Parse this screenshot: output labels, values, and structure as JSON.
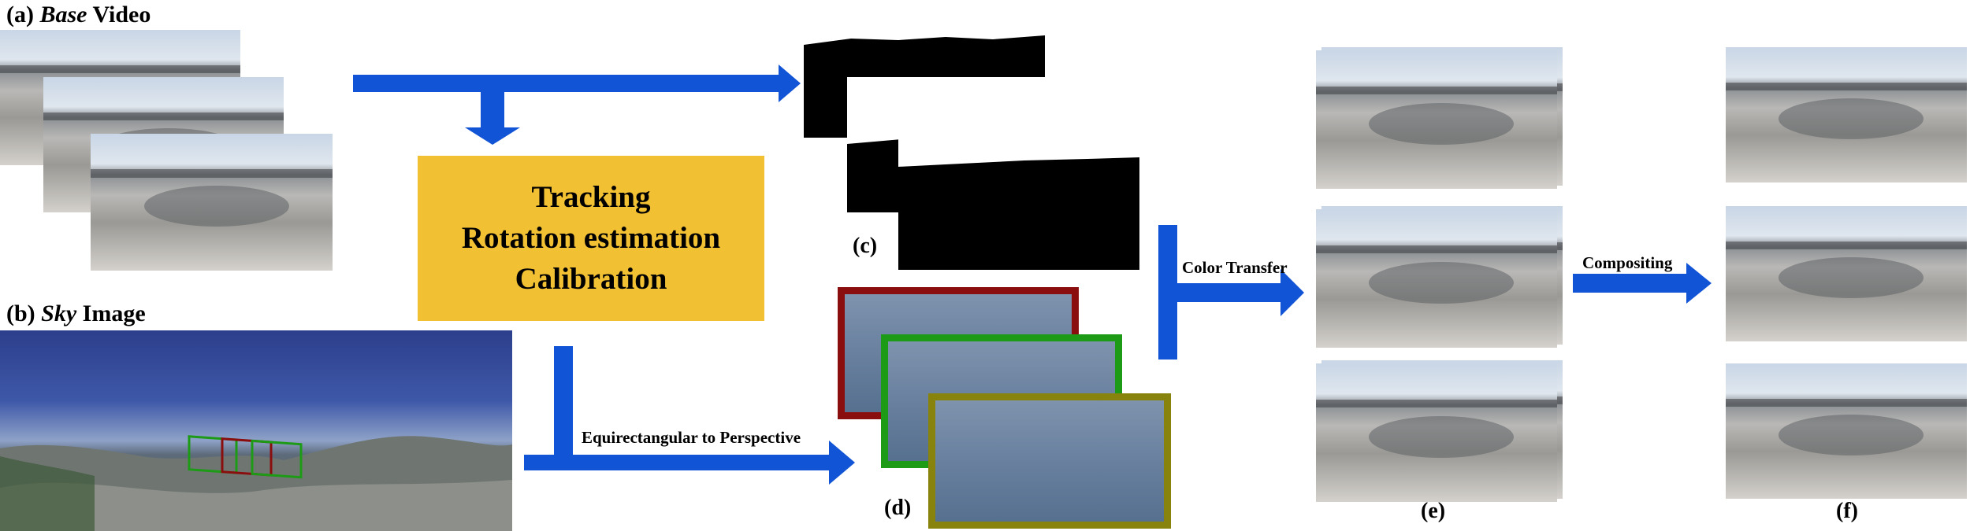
{
  "labels": {
    "a_prefix": "(a) ",
    "a_italic": "Base",
    "a_suffix": " Video",
    "b_prefix": "(b) ",
    "b_italic": "Sky",
    "b_suffix": " Image",
    "c": "(c)",
    "d": "(d)",
    "e": "(e)",
    "f": "(f)"
  },
  "process_box": {
    "lines": [
      "Tracking",
      "Rotation estimation",
      "Calibration"
    ]
  },
  "arrows": {
    "color_transfer": "Color Transfer",
    "compositing": "Compositing",
    "equirect": "Equirectangular to Perspective"
  },
  "colors": {
    "arrow": "#1254d6",
    "box": "#f2c033",
    "frame_red": "#8a0e0e",
    "frame_green": "#1d9a16",
    "frame_olive": "#87830d"
  }
}
